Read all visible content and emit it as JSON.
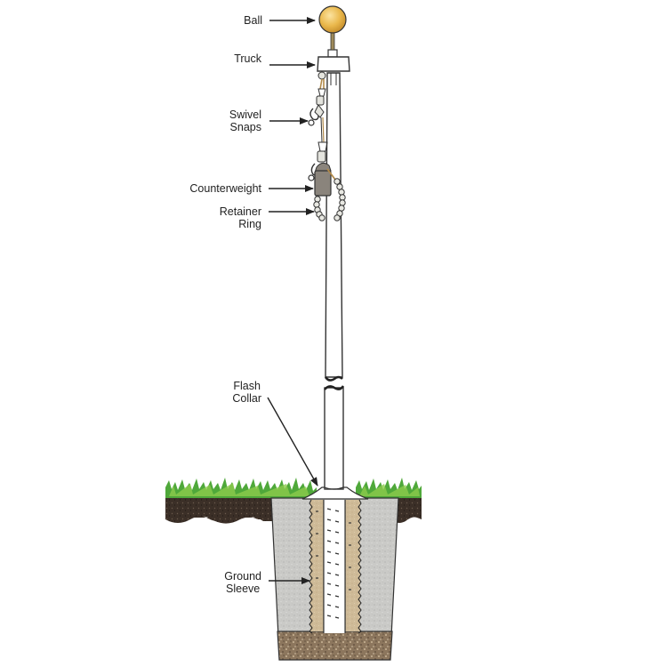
{
  "diagram": {
    "title": "Flagpole parts diagram",
    "labels": {
      "ball": "Ball",
      "truck": "Truck",
      "swivel_snaps": "Swivel\nSnaps",
      "counterweight": "Counterweight",
      "retainer_ring": "Retainer\nRing",
      "flash_collar": "Flash\nCollar",
      "ground_sleeve": "Ground\nSleeve"
    },
    "colors": {
      "ball": "#E8B64A",
      "ball_highlight": "#F6D98A",
      "pole_fill": "#FFFFFF",
      "outline": "#333333",
      "truck_fill": "#FFFFFF",
      "counterweight": "#8A847C",
      "retainer_ring": "#E4E4DE",
      "grass": "#4FA83A",
      "grass_light": "#8CCB4C",
      "soil": "#3A2E26",
      "concrete": "#C9C9C6",
      "sleeve_sand": "#CDB895",
      "gravel": "#8E7860",
      "arrow": "#222222"
    }
  }
}
